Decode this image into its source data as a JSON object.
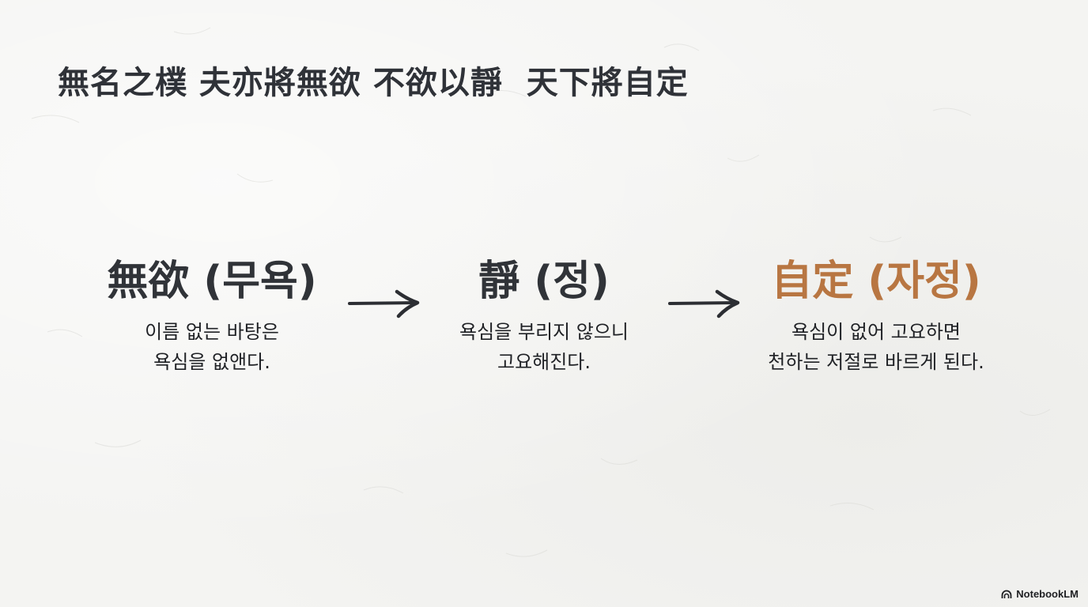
{
  "title": "無名之樸 夫亦將無欲 不欲以靜  天下將自定",
  "stages": [
    {
      "label": "無欲 (무욕)",
      "desc_lines": [
        "이름 없는 바탕은",
        "욕심을 없앤다."
      ]
    },
    {
      "label": "靜 (정)",
      "desc_lines": [
        "욕심을 부리지 않으니",
        "고요해진다."
      ]
    },
    {
      "label": "自定 (자정)",
      "desc_lines": [
        "욕심이 없어 고요하면",
        "천하는 저절로 바르게 된다."
      ]
    }
  ],
  "connector_icon": "arrow-right-icon",
  "brand": {
    "label": "NotebookLM",
    "icon": "notebooklm-logo-icon"
  },
  "colors": {
    "background": "#f4f4f2",
    "text": "#303338",
    "accent": "#b87642"
  }
}
